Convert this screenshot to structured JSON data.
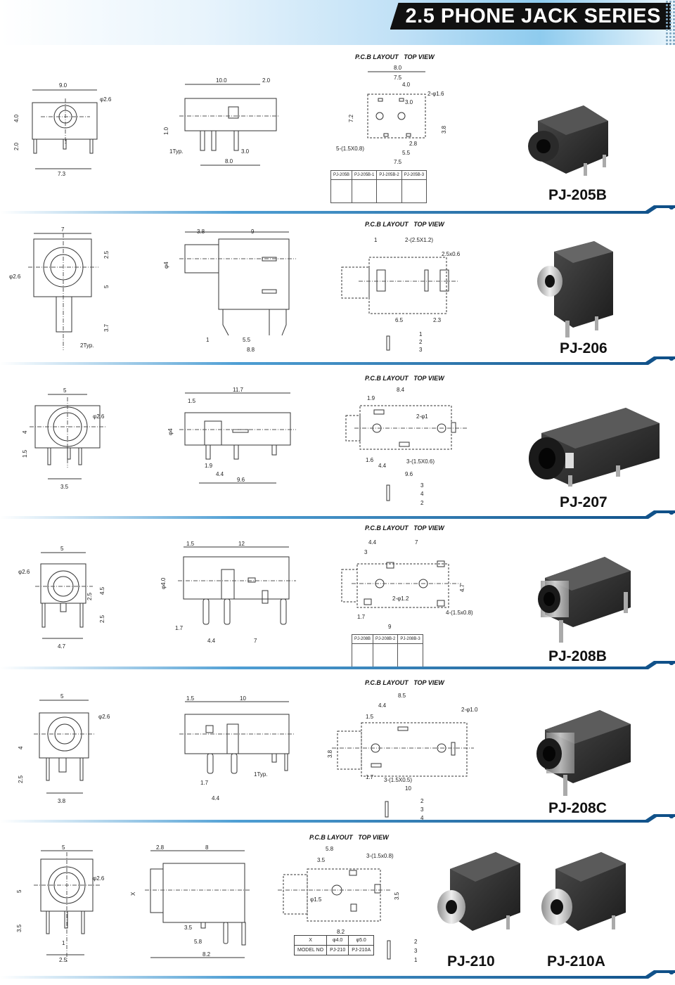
{
  "header": {
    "title": "2.5 PHONE JACK SERIES"
  },
  "pcb_heading": {
    "pcb": "P.C.B LAYOUT",
    "top": "TOP VIEW"
  },
  "p205b": {
    "name": "PJ-205B",
    "front": [
      "9.0",
      "φ2.6",
      "4.0",
      "2.0",
      "7.3"
    ],
    "side": [
      "10.0",
      "2.0",
      "1.0",
      "1Typ.",
      "3.0",
      "8.0"
    ],
    "pcb": [
      "8.0",
      "7.5",
      "4.0",
      "2-φ1.6",
      "3.0",
      "7.2",
      "3.8",
      "5-(1.5X0.8)",
      "2.8",
      "5.5",
      "7.5"
    ],
    "variants": [
      "PJ-205B",
      "PJ-205B-1",
      "PJ-205B-2",
      "PJ-205B-3"
    ]
  },
  "p206": {
    "name": "PJ-206",
    "front": [
      "7",
      "2.5",
      "5",
      "φ2.6",
      "3.7",
      "2Typ."
    ],
    "side": [
      "3.8",
      "9",
      "φ4",
      "1",
      "5.5",
      "8.8"
    ],
    "pcb": [
      "1",
      "2-(2.5X1.2)",
      "2.5x0.6",
      "6.5",
      "2.3"
    ],
    "pins": [
      "1",
      "2",
      "3"
    ]
  },
  "p207": {
    "name": "PJ-207",
    "front": [
      "5",
      "φ2.6",
      "4",
      "1.5",
      "3.5"
    ],
    "side": [
      "11.7",
      "1.5",
      "φ4",
      "1.9",
      "4.4",
      "9.6"
    ],
    "pcb": [
      "8.4",
      "1.9",
      "2-φ1",
      "1.6",
      "4.4",
      "3-(1.5X0.6)",
      "9.6"
    ],
    "pins": [
      "3",
      "4",
      "2"
    ]
  },
  "p208b": {
    "name": "PJ-208B",
    "front": [
      "5",
      "φ2.6",
      "2.5",
      "4.5",
      "2.5",
      "4.7"
    ],
    "side": [
      "1.5",
      "12",
      "φ4.0",
      "1.7",
      "4.4",
      "7"
    ],
    "pcb": [
      "4.4",
      "7",
      "3",
      "4.7",
      "2-φ1.2",
      "4-(1.5x0.8)",
      "1.7",
      "9"
    ],
    "variants": [
      "PJ-208B",
      "PJ-208B-2",
      "PJ-208B-3"
    ]
  },
  "p208c": {
    "name": "PJ-208C",
    "front": [
      "5",
      "φ2.6",
      "4",
      "2.5",
      "3.8"
    ],
    "side": [
      "1.5",
      "10",
      "1.7",
      "1Typ.",
      "4.4"
    ],
    "pcb": [
      "8.5",
      "4.4",
      "2-φ1.0",
      "1.5",
      "3.8",
      "1.7",
      "3-(1.5X0.5)",
      "10"
    ],
    "pins": [
      "2",
      "3",
      "4"
    ]
  },
  "p210": {
    "name_a": "PJ-210",
    "name_b": "PJ-210A",
    "front": [
      "5",
      "φ2.6",
      "5",
      "3.5",
      "1",
      "2.5"
    ],
    "side": [
      "2.8",
      "8",
      "X",
      "3.5",
      "5.8",
      "8.2"
    ],
    "pcb": [
      "5.8",
      "3-(1.5x0.8)",
      "3.5",
      "3.5",
      "φ1.5",
      "8.2"
    ],
    "table": {
      "x": "X",
      "phi4": "φ4.0",
      "phi5": "φ5.0",
      "model": "MODEL NO",
      "m1": "PJ-210",
      "m2": "PJ-210A"
    },
    "pins": [
      "2",
      "3",
      "1"
    ]
  }
}
